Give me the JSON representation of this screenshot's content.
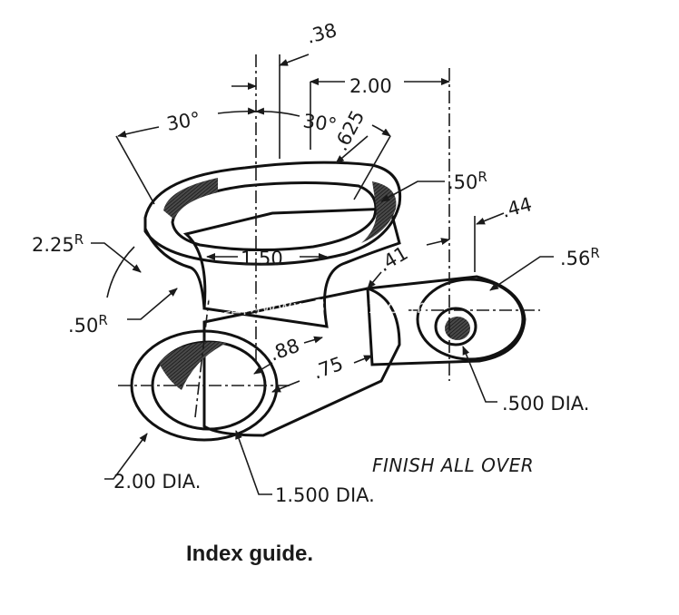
{
  "title": "Index guide.",
  "note": "FINISH ALL OVER",
  "watermark": "三维网www.3dmox.com",
  "dimensions": {
    "d_038": ".38",
    "d_200": "2.00",
    "angle_left": "30°",
    "angle_right": "30°",
    "d_0625": ".625",
    "r_050_top": ".50",
    "r_050_top_sup": "R",
    "d_044": ".44",
    "r_225": "2.25",
    "r_225_sup": "R",
    "d_150": "1.50",
    "d_041": ".41",
    "r_056": ".56",
    "r_056_sup": "R",
    "r_050_left": ".50",
    "r_050_left_sup": "R",
    "d_088": ".88",
    "d_075": ".75",
    "dia_0500": ".500 DIA.",
    "dia_200": "2.00 DIA.",
    "dia_1500": "1.500 DIA."
  }
}
